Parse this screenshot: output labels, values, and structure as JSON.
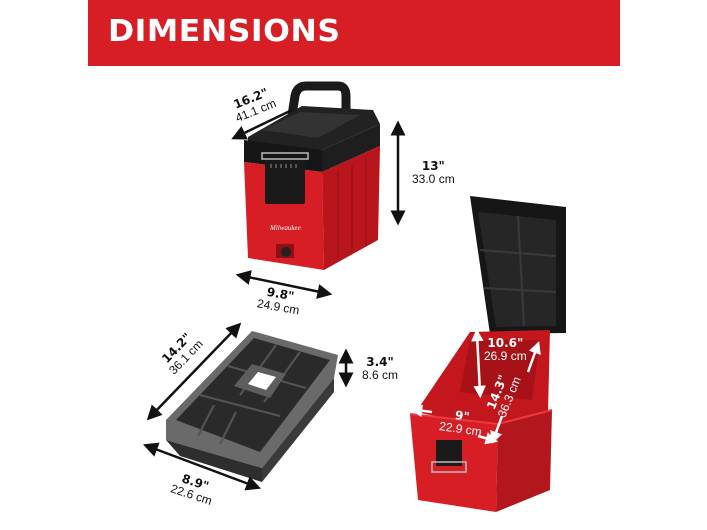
{
  "header": {
    "title": "DIMENSIONS",
    "background_color": "#d71e25",
    "text_color": "#ffffff"
  },
  "products": {
    "closed_box": {
      "name": "Compact toolbox (closed)",
      "colors": {
        "body": "#d71e25",
        "lid": "#1b1b1b"
      },
      "dimensions": {
        "depth": {
          "imperial": "16.2\"",
          "metric": "41.1 cm"
        },
        "height": {
          "imperial": "13\"",
          "metric": "33.0 cm"
        },
        "width": {
          "imperial": "9.8\"",
          "metric": "24.9 cm"
        }
      }
    },
    "tray": {
      "name": "Removable organizer tray",
      "colors": {
        "body": "#3a3a3a"
      },
      "dimensions": {
        "length": {
          "imperial": "14.2\"",
          "metric": "36.1 cm"
        },
        "height": {
          "imperial": "3.4\"",
          "metric": "8.6 cm"
        },
        "width": {
          "imperial": "8.9\"",
          "metric": "22.6 cm"
        }
      }
    },
    "open_box": {
      "name": "Compact toolbox (open, interior)",
      "colors": {
        "body": "#d71e25",
        "lid": "#1b1b1b"
      },
      "dimensions": {
        "interior_height": {
          "imperial": "10.6\"",
          "metric": "26.9 cm"
        },
        "interior_length": {
          "imperial": "14.3\"",
          "metric": "36.3 cm"
        },
        "interior_width": {
          "imperial": "9\"",
          "metric": "22.9 cm"
        }
      }
    }
  }
}
